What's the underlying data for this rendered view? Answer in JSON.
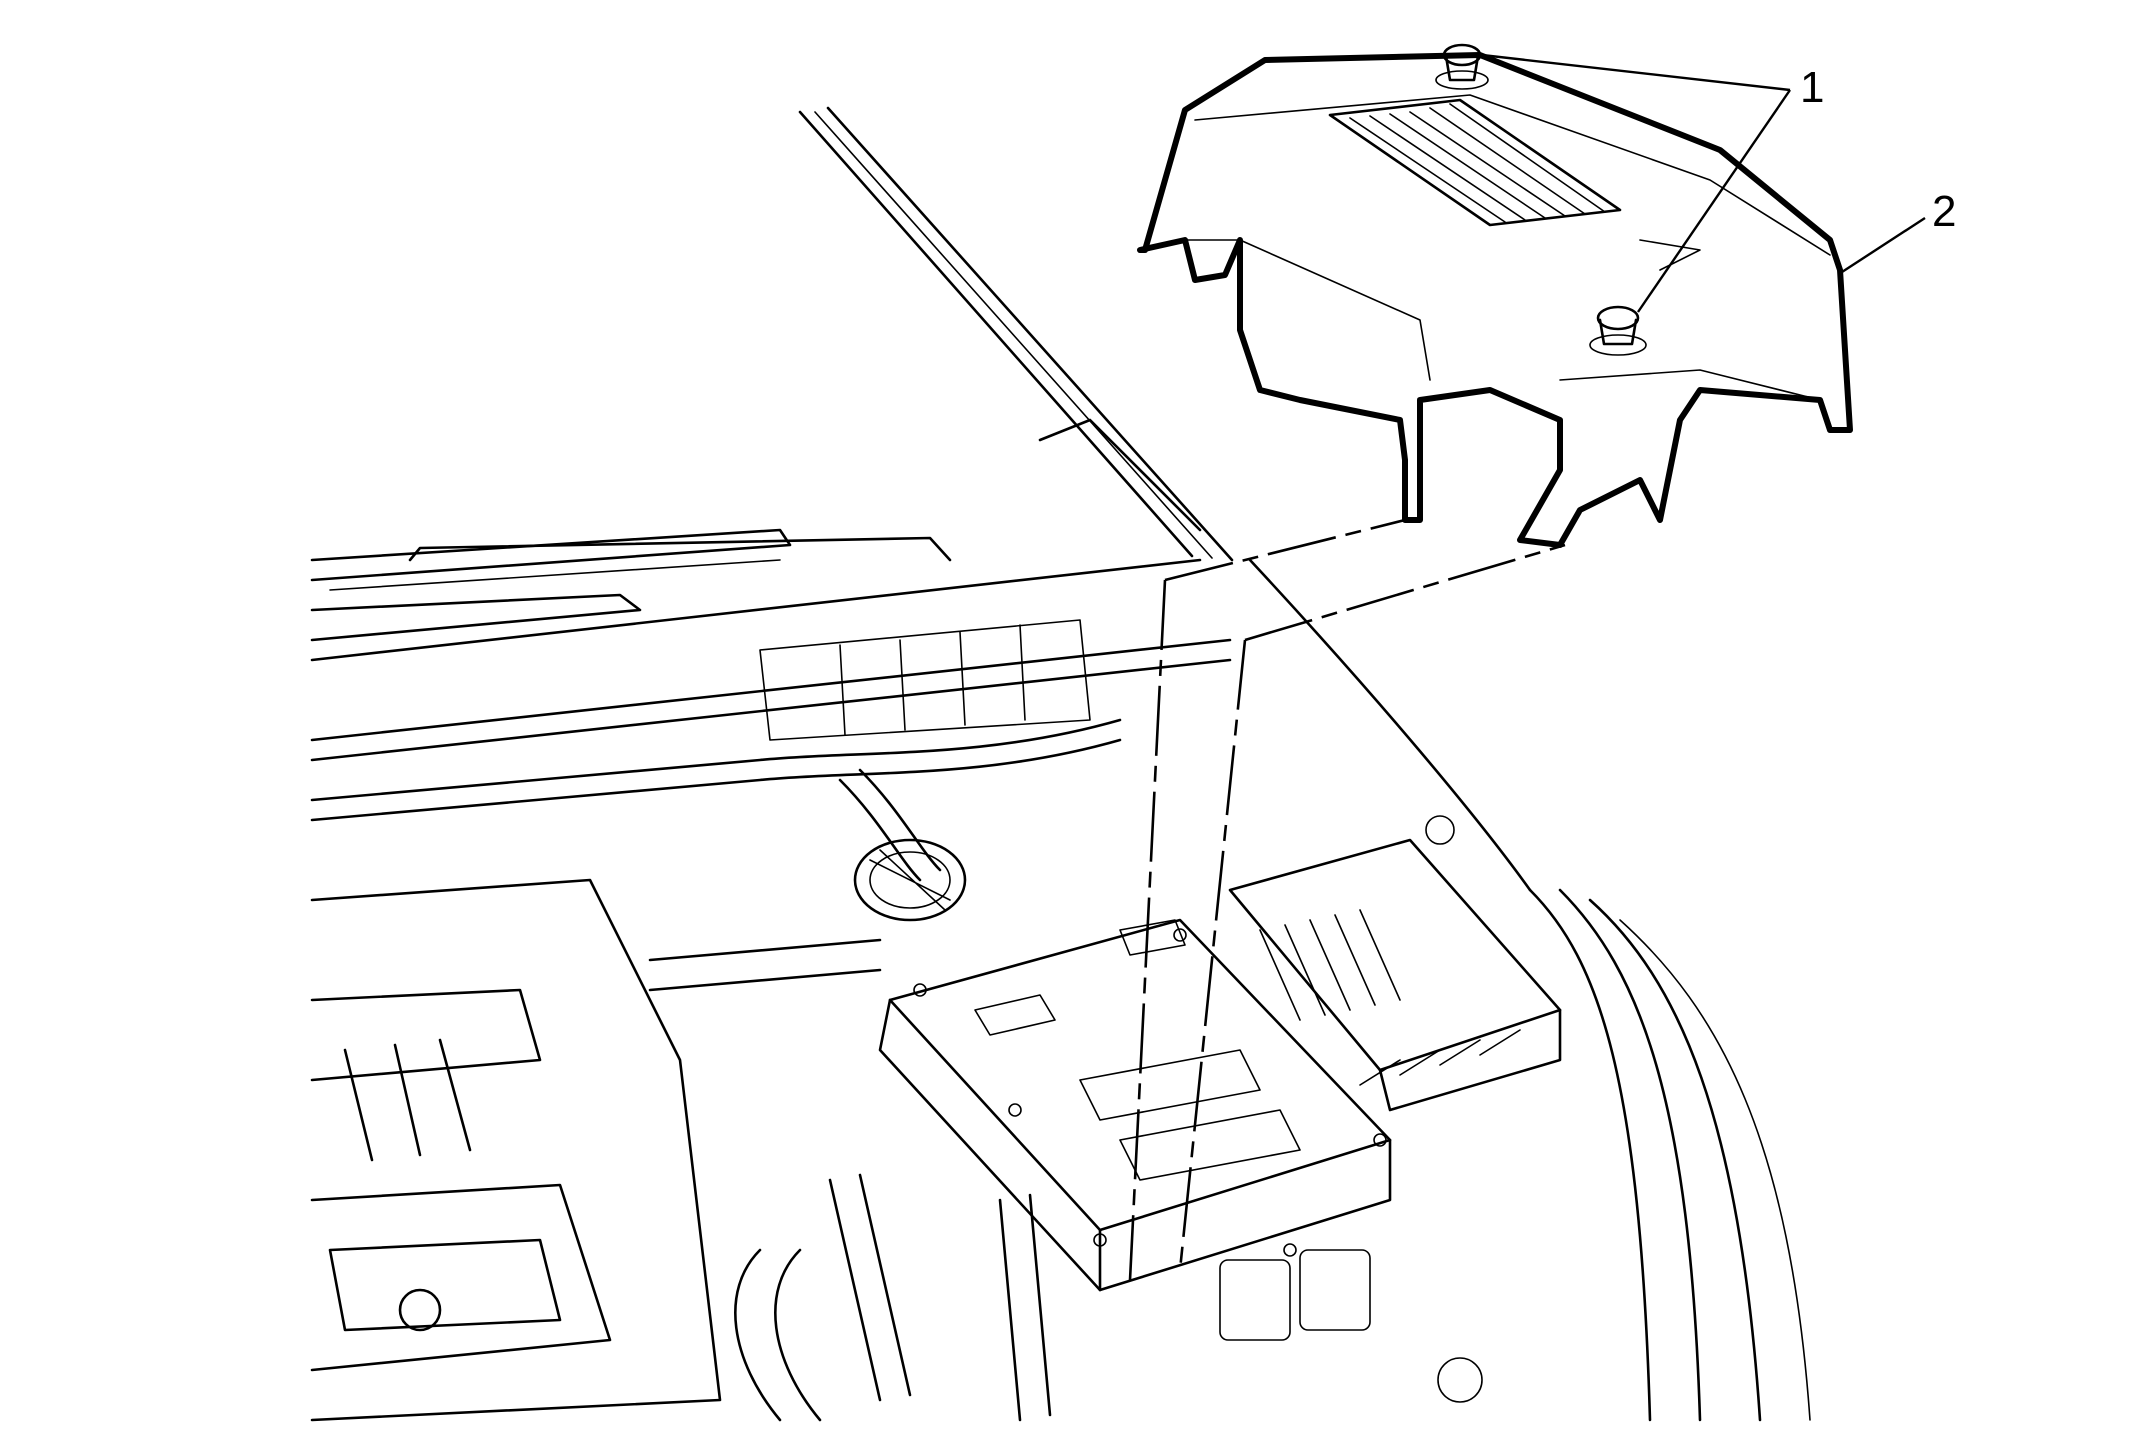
{
  "figure": {
    "callouts": [
      {
        "id": "1",
        "label": "1",
        "target": "push-pin-retainers"
      },
      {
        "id": "2",
        "label": "2",
        "target": "engine-cover"
      }
    ]
  },
  "colors": {
    "line": "#000000",
    "background": "#ffffff"
  }
}
